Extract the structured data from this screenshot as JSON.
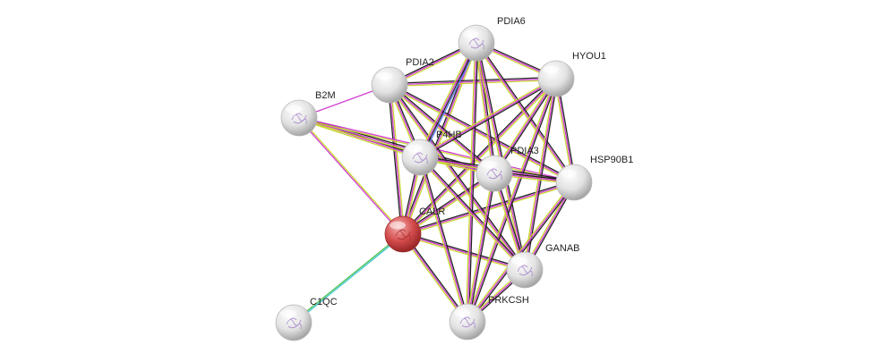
{
  "network": {
    "nodes": [
      {
        "id": "PDIA6",
        "label": "PDIA6",
        "query": false,
        "structure": true
      },
      {
        "id": "HYOU1",
        "label": "HYOU1",
        "query": false,
        "structure": false
      },
      {
        "id": "PDIA2",
        "label": "PDIA2",
        "query": false,
        "structure": false
      },
      {
        "id": "B2M",
        "label": "B2M",
        "query": false,
        "structure": true
      },
      {
        "id": "P4HB",
        "label": "P4HB",
        "query": false,
        "structure": true
      },
      {
        "id": "PDIA3",
        "label": "PDIA3",
        "query": false,
        "structure": true
      },
      {
        "id": "HSP90B1",
        "label": "HSP90B1",
        "query": false,
        "structure": false
      },
      {
        "id": "CALR",
        "label": "CALR",
        "query": true,
        "structure": true
      },
      {
        "id": "GANAB",
        "label": "GANAB",
        "query": false,
        "structure": true
      },
      {
        "id": "C1QC",
        "label": "C1QC",
        "query": false,
        "structure": true
      },
      {
        "id": "PRKCSH",
        "label": "PRKCSH",
        "query": false,
        "structure": true
      }
    ],
    "edges": [
      {
        "source": "CALR",
        "target": "C1QC",
        "evidence": [
          "cyan",
          "green"
        ]
      },
      {
        "source": "CALR",
        "target": "B2M",
        "evidence": [
          "magenta",
          "yellow"
        ]
      },
      {
        "source": "CALR",
        "target": "PDIA2",
        "evidence": [
          "black",
          "magenta",
          "yellow"
        ]
      },
      {
        "source": "CALR",
        "target": "PDIA6",
        "evidence": [
          "black",
          "magenta",
          "yellow"
        ]
      },
      {
        "source": "CALR",
        "target": "HYOU1",
        "evidence": [
          "black",
          "magenta",
          "yellow"
        ]
      },
      {
        "source": "CALR",
        "target": "P4HB",
        "evidence": [
          "black",
          "magenta",
          "yellow"
        ]
      },
      {
        "source": "CALR",
        "target": "PDIA3",
        "evidence": [
          "black",
          "magenta",
          "yellow"
        ]
      },
      {
        "source": "CALR",
        "target": "HSP90B1",
        "evidence": [
          "black",
          "magenta",
          "yellow"
        ]
      },
      {
        "source": "CALR",
        "target": "GANAB",
        "evidence": [
          "black",
          "magenta",
          "yellow"
        ]
      },
      {
        "source": "CALR",
        "target": "PRKCSH",
        "evidence": [
          "black",
          "magenta",
          "yellow"
        ]
      },
      {
        "source": "B2M",
        "target": "PDIA2",
        "evidence": [
          "magenta"
        ]
      },
      {
        "source": "B2M",
        "target": "P4HB",
        "evidence": [
          "black",
          "magenta",
          "yellow"
        ]
      },
      {
        "source": "B2M",
        "target": "PDIA3",
        "evidence": [
          "black",
          "magenta",
          "yellow"
        ]
      },
      {
        "source": "B2M",
        "target": "HSP90B1",
        "evidence": [
          "magenta",
          "yellow"
        ]
      },
      {
        "source": "PDIA2",
        "target": "PDIA6",
        "evidence": [
          "black",
          "magenta",
          "yellow"
        ]
      },
      {
        "source": "PDIA2",
        "target": "HYOU1",
        "evidence": [
          "black",
          "magenta",
          "yellow"
        ]
      },
      {
        "source": "PDIA2",
        "target": "P4HB",
        "evidence": [
          "black",
          "magenta",
          "yellow"
        ]
      },
      {
        "source": "PDIA2",
        "target": "PDIA3",
        "evidence": [
          "black",
          "magenta",
          "yellow"
        ]
      },
      {
        "source": "PDIA2",
        "target": "HSP90B1",
        "evidence": [
          "black",
          "magenta",
          "yellow"
        ]
      },
      {
        "source": "PDIA2",
        "target": "GANAB",
        "evidence": [
          "black",
          "magenta",
          "yellow"
        ]
      },
      {
        "source": "PDIA6",
        "target": "HYOU1",
        "evidence": [
          "black",
          "magenta",
          "yellow"
        ]
      },
      {
        "source": "PDIA6",
        "target": "P4HB",
        "evidence": [
          "blue",
          "black",
          "magenta",
          "yellow"
        ]
      },
      {
        "source": "PDIA6",
        "target": "PDIA3",
        "evidence": [
          "black",
          "magenta",
          "yellow"
        ]
      },
      {
        "source": "PDIA6",
        "target": "HSP90B1",
        "evidence": [
          "black",
          "magenta",
          "yellow"
        ]
      },
      {
        "source": "PDIA6",
        "target": "GANAB",
        "evidence": [
          "black",
          "magenta",
          "yellow"
        ]
      },
      {
        "source": "PDIA6",
        "target": "PRKCSH",
        "evidence": [
          "black",
          "magenta",
          "yellow"
        ]
      },
      {
        "source": "HYOU1",
        "target": "P4HB",
        "evidence": [
          "black",
          "magenta",
          "yellow"
        ]
      },
      {
        "source": "HYOU1",
        "target": "PDIA3",
        "evidence": [
          "black",
          "magenta",
          "yellow"
        ]
      },
      {
        "source": "HYOU1",
        "target": "HSP90B1",
        "evidence": [
          "black",
          "magenta",
          "yellow"
        ]
      },
      {
        "source": "HYOU1",
        "target": "GANAB",
        "evidence": [
          "black",
          "magenta",
          "yellow"
        ]
      },
      {
        "source": "HYOU1",
        "target": "PRKCSH",
        "evidence": [
          "black",
          "magenta",
          "yellow"
        ]
      },
      {
        "source": "P4HB",
        "target": "PDIA3",
        "evidence": [
          "black",
          "magenta",
          "yellow"
        ]
      },
      {
        "source": "P4HB",
        "target": "HSP90B1",
        "evidence": [
          "black",
          "magenta",
          "yellow"
        ]
      },
      {
        "source": "P4HB",
        "target": "GANAB",
        "evidence": [
          "black",
          "magenta",
          "yellow"
        ]
      },
      {
        "source": "P4HB",
        "target": "PRKCSH",
        "evidence": [
          "black",
          "magenta",
          "yellow"
        ]
      },
      {
        "source": "PDIA3",
        "target": "HSP90B1",
        "evidence": [
          "black",
          "magenta",
          "yellow"
        ]
      },
      {
        "source": "PDIA3",
        "target": "GANAB",
        "evidence": [
          "black",
          "magenta",
          "yellow"
        ]
      },
      {
        "source": "PDIA3",
        "target": "PRKCSH",
        "evidence": [
          "black",
          "magenta",
          "yellow"
        ]
      },
      {
        "source": "HSP90B1",
        "target": "GANAB",
        "evidence": [
          "black",
          "magenta",
          "yellow"
        ]
      },
      {
        "source": "HSP90B1",
        "target": "PRKCSH",
        "evidence": [
          "black",
          "magenta",
          "yellow"
        ]
      },
      {
        "source": "GANAB",
        "target": "PRKCSH",
        "evidence": [
          "black",
          "magenta",
          "yellow"
        ]
      }
    ]
  },
  "colors": {
    "background": "#ffffff",
    "query_node": "#d24a4a",
    "node": "#e6e6e6",
    "label": "#222222",
    "evidence": {
      "black": "#222222",
      "magenta": "#d13cd1",
      "yellow": "#c8d832",
      "blue": "#5a7cf0",
      "cyan": "#3cc8d2",
      "green": "#4cbf4c"
    }
  }
}
